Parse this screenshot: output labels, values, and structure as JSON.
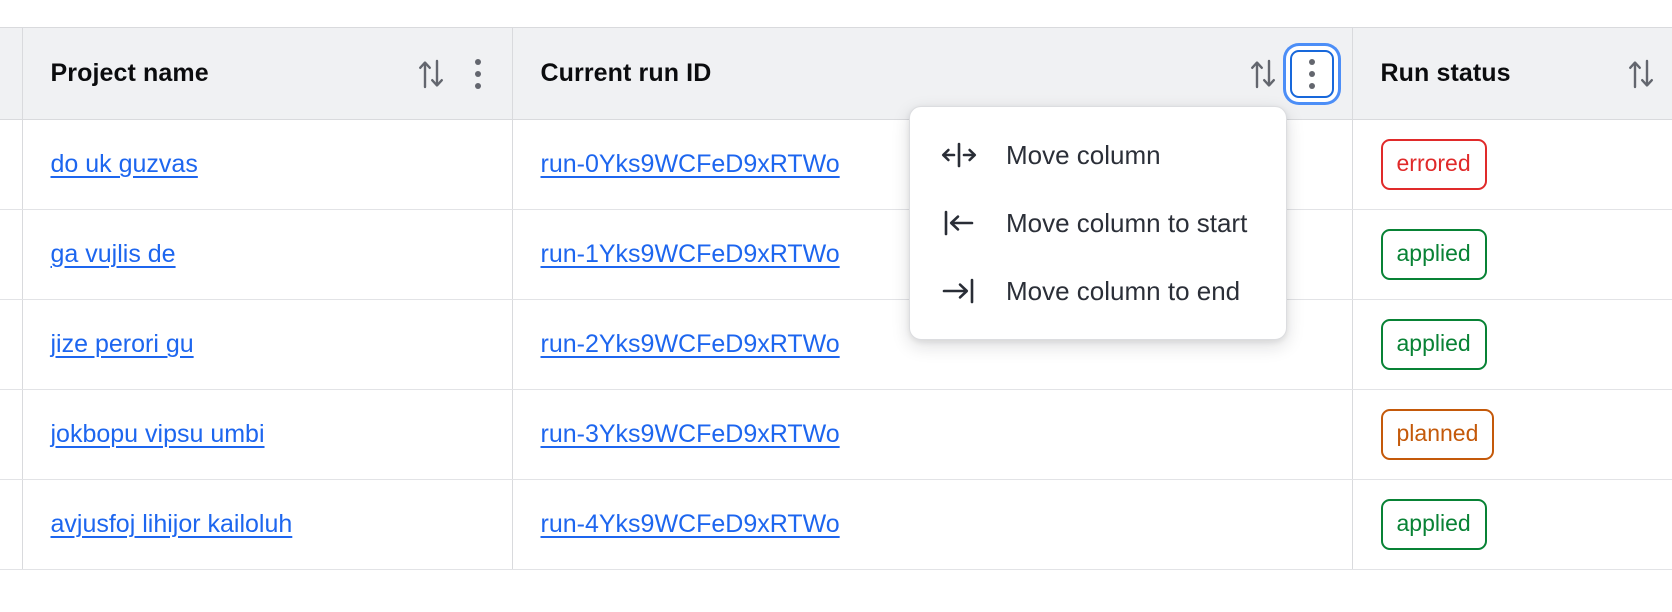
{
  "table": {
    "columns": [
      {
        "key": "gutter",
        "label": "",
        "sortable": false,
        "has_menu": false
      },
      {
        "key": "project",
        "label": "Project name",
        "sortable": true,
        "has_menu": true,
        "menu_focused": false
      },
      {
        "key": "runid",
        "label": "Current run ID",
        "sortable": true,
        "has_menu": true,
        "menu_focused": true
      },
      {
        "key": "status",
        "label": "Run status",
        "sortable": true,
        "has_menu": false,
        "menu_focused": false
      }
    ],
    "rows": [
      {
        "project": "do uk guzvas",
        "runid": "run-0Yks9WCFeD9xRTWo",
        "status": "errored",
        "status_kind": "errored"
      },
      {
        "project": "ga vujlis de",
        "runid": "run-1Yks9WCFeD9xRTWo",
        "status": "applied",
        "status_kind": "applied"
      },
      {
        "project": "jize perori gu",
        "runid": "run-2Yks9WCFeD9xRTWo",
        "status": "applied",
        "status_kind": "applied"
      },
      {
        "project": "jokbopu vipsu umbi",
        "runid": "run-3Yks9WCFeD9xRTWo",
        "status": "planned",
        "status_kind": "planned"
      },
      {
        "project": "avjusfoj lihijor kailoluh",
        "runid": "run-4Yks9WCFeD9xRTWo",
        "status": "applied",
        "status_kind": "applied"
      }
    ]
  },
  "column_menu": {
    "open_for_column": "Current run ID",
    "items": [
      {
        "icon": "move-column-icon",
        "label": "Move column"
      },
      {
        "icon": "move-column-to-start-icon",
        "label": "Move column to start"
      },
      {
        "icon": "move-column-to-end-icon",
        "label": "Move column to end"
      }
    ]
  },
  "colors": {
    "link": "#1d66ef",
    "header_bg": "#f0f1f3",
    "border": "#d9dadd",
    "focus_ring": "#4c8ef7",
    "errored": "#e02a2a",
    "applied": "#088235",
    "planned": "#c4590a"
  }
}
